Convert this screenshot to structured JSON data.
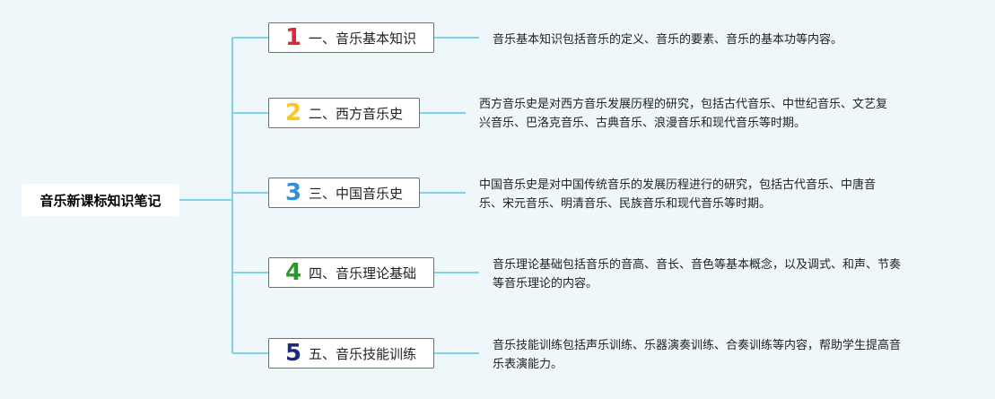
{
  "root": {
    "title": "音乐新课标知识笔记"
  },
  "branches": [
    {
      "number": "1",
      "number_color": "#e0283a",
      "label": "一、音乐基本知识",
      "description": [
        "音乐基本知识包括音乐的定义、音乐的要素、音乐的基本功等内容。"
      ]
    },
    {
      "number": "2",
      "number_color": "#f7c71c",
      "label": "二、西方音乐史",
      "description": [
        "西方音乐史是对西方音乐发展历程的研究，包括古代音乐、中世纪音乐、文艺复",
        "兴音乐、巴洛克音乐、古典音乐、浪漫音乐和现代音乐等时期。"
      ]
    },
    {
      "number": "3",
      "number_color": "#2f8fd8",
      "label": "三、中国音乐史",
      "description": [
        "中国音乐史是对中国传统音乐的发展历程进行的研究，包括古代音乐、中唐音",
        "乐、宋元音乐、明清音乐、民族音乐和现代音乐等时期。"
      ]
    },
    {
      "number": "4",
      "number_color": "#2a9a2e",
      "label": "四、音乐理论基础",
      "description": [
        "音乐理论基础包括音乐的音高、音长、音色等基本概念，以及调式、和声、节奏",
        "等音乐理论的内容。"
      ]
    },
    {
      "number": "5",
      "number_color": "#1d2a78",
      "label": "五、音乐技能训练",
      "description": [
        "音乐技能训练包括声乐训练、乐器演奏训练、合奏训练等内容，帮助学生提高音",
        "乐表演能力。"
      ]
    }
  ],
  "colors": {
    "background": "#eef7fa",
    "connector": "#7fd3e6",
    "node_border": "#6e6e6e"
  }
}
